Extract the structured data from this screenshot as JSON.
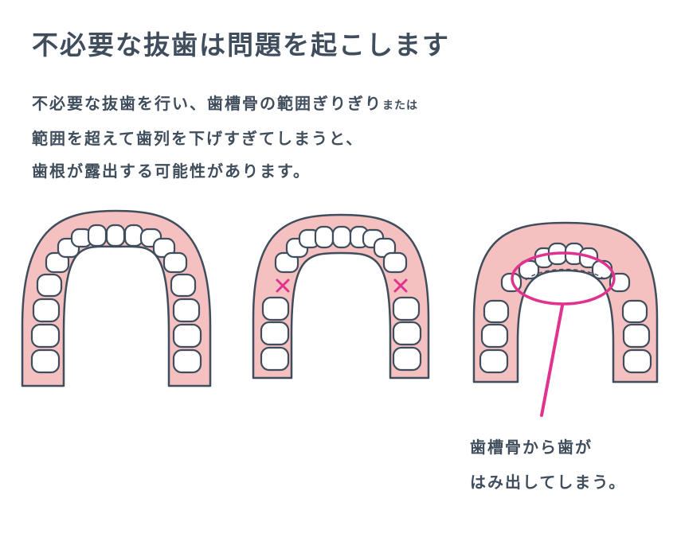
{
  "title": "不必要な抜歯は問題を起こします",
  "description": {
    "line1_main": "不必要な抜歯を行い、歯槽骨の範囲ぎりぎり",
    "line1_small": "または",
    "line2": "範囲を超えて歯列を下げすぎてしまうと、",
    "line3": "歯根が露出する可能性があります。"
  },
  "caption": {
    "line1": "歯槽骨から歯が",
    "line2": "はみ出してしまう。"
  },
  "colors": {
    "text": "#3f4d5c",
    "gum": "#f4c0c0",
    "outline": "#3f4d5c",
    "tooth": "#ffffff",
    "accent": "#e0338f"
  },
  "icons": [
    "x-mark-icon",
    "x-mark-icon",
    "highlight-ellipse-icon"
  ]
}
